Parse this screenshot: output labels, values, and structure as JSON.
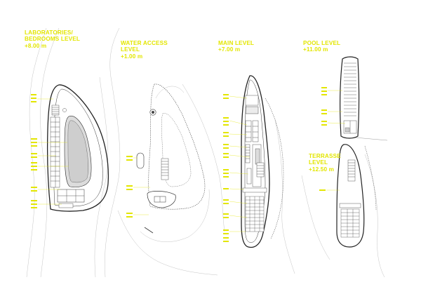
{
  "levels": [
    {
      "title_l1": "LABORATORIES/",
      "title_l2": "BEDROOMS LEVEL",
      "elevation": "+8.00 m"
    },
    {
      "title_l1": "WATER ACCESS",
      "title_l2": "LEVEL",
      "elevation": "+1.00 m"
    },
    {
      "title_l1": "MAIN LEVEL",
      "title_l2": "",
      "elevation": "+7.00 m"
    },
    {
      "title_l1": "POOL LEVEL",
      "title_l2": "",
      "elevation": "+11.00 m"
    },
    {
      "title_l1": "TERRASSE",
      "title_l2": "LEVEL",
      "elevation": "+12.50 m"
    }
  ],
  "colors": {
    "accent": "#e3e600",
    "line": "#222222",
    "contour": "#bdbdbd",
    "fill": "#d2d2d2"
  }
}
